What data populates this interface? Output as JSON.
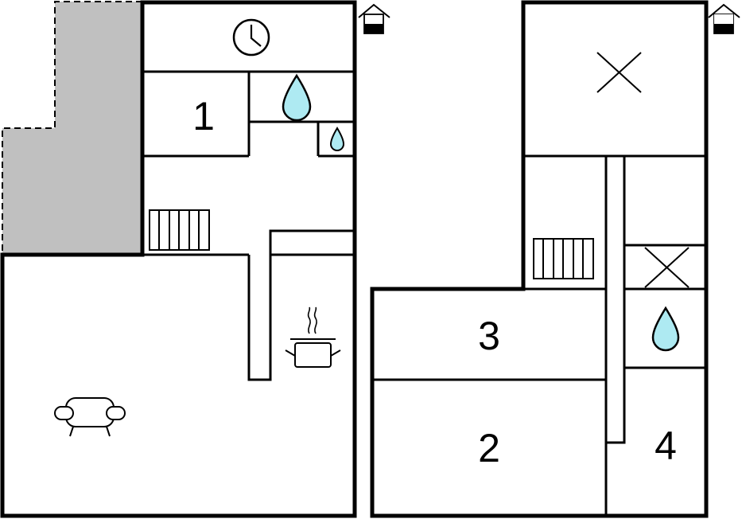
{
  "rooms": {
    "bedroom_1": "1",
    "bedroom_2": "2",
    "bedroom_3": "3",
    "bedroom_4": "4"
  },
  "colors": {
    "wall": "#000000",
    "outdoor_area": "#c0c0c0",
    "water": "#aeeaf2",
    "background": "#ffffff"
  },
  "icons": {
    "ground_floor_marker": "house-ground-floor-icon",
    "upper_floor_marker": "house-upper-floor-icon",
    "clock": "clock-icon",
    "bathroom": "water-drop-icon",
    "toilet": "water-drop-icon",
    "stairs": "stairs-icon",
    "kitchen": "cooking-pot-icon",
    "living_room": "sofa-icon",
    "void": "cross-icon"
  }
}
